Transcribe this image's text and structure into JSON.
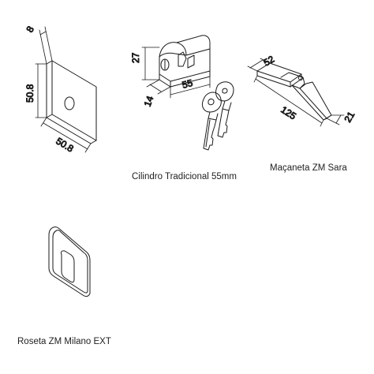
{
  "escutcheon": {
    "dim_depth": "8",
    "dim_height": "50.8",
    "dim_width": "50.8"
  },
  "cylinder": {
    "caption": "Cilindro Tradicional 55mm",
    "dim_height": "27",
    "dim_depth": "14",
    "dim_length": "55"
  },
  "handle": {
    "caption": "Maçaneta ZM Sara",
    "dim_height": "52",
    "dim_length": "125",
    "dim_width": "21"
  },
  "rosette": {
    "caption": "Roseta ZM Milano EXT"
  }
}
